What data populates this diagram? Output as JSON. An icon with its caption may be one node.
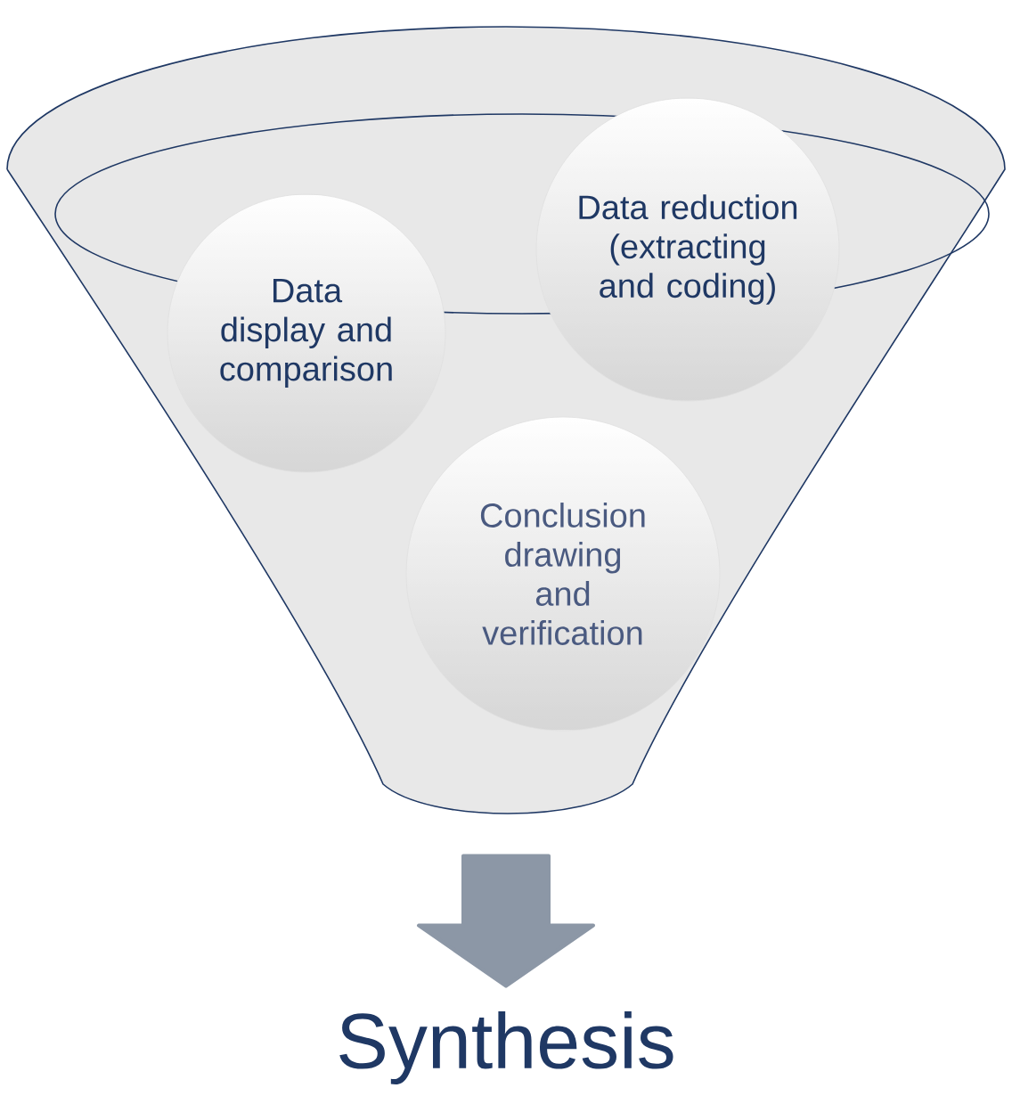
{
  "diagram": {
    "nodes": [
      {
        "text": [],
        "shape": "funnel"
      },
      {
        "text": [
          "Data display and comparison"
        ],
        "in": 0
      },
      {
        "text": [
          "Data reduction (extracting and coding)"
        ],
        "in": 0
      },
      {
        "text": [
          "Conclusion drawing and verification"
        ],
        "in": 0
      },
      {
        "text": [
          "Synthesis"
        ]
      }
    ],
    "edges": [
      {
        "from": 0,
        "to": 4,
        "arrow": "to",
        "style": "thick",
        "color": "#8c97a6"
      }
    ]
  }
}
